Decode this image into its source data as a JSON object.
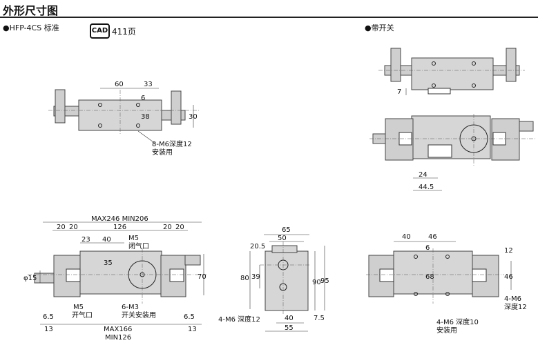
{
  "page": {
    "title": "外形尺寸图"
  },
  "sections": {
    "standard": "●HFP-4CS 标准",
    "cad_badge": "CAD",
    "cad_page": "411页",
    "with_switch": "●带开关"
  },
  "top_left": {
    "d60": "60",
    "d33": "33",
    "d6": "6",
    "d38": "38",
    "d30": "30",
    "note1": "8-M6深度12",
    "note2": "安装用"
  },
  "top_right": {
    "d7": "7",
    "d24": "24",
    "d44_5": "44.5"
  },
  "front": {
    "max_min": "MAX246 MIN206",
    "d20a": "20",
    "d20b": "20",
    "d126": "126",
    "d20c": "20",
    "d20d": "20",
    "d23": "23",
    "d40": "40",
    "d35": "35",
    "m5_top": "M5",
    "port_close": "闭气口",
    "phi15": "φ15",
    "d70": "70",
    "m5_bottom": "M5",
    "port_open": "开气口",
    "m3": "6-M3",
    "switch_mount": "开关安装用",
    "d6_5a": "6.5",
    "d6_5b": "6.5",
    "d13a": "13",
    "d13b": "13",
    "max166": "MAX166",
    "min126": "MIN126"
  },
  "side": {
    "d65": "65",
    "d50": "50",
    "d20_5": "20.5",
    "d80": "80",
    "d39": "39",
    "d90": "90",
    "d95": "95",
    "note": "4-M6 深度12",
    "d40": "40",
    "d7_5": "7.5",
    "d55": "55"
  },
  "bottom": {
    "d40": "40",
    "d46": "46",
    "d6": "6",
    "d68": "68",
    "d12": "12",
    "d46v": "46",
    "note_r1": "4-M6",
    "note_r2": "深度12",
    "note_b1": "4-M6  深度10",
    "note_b2": "安装用"
  }
}
